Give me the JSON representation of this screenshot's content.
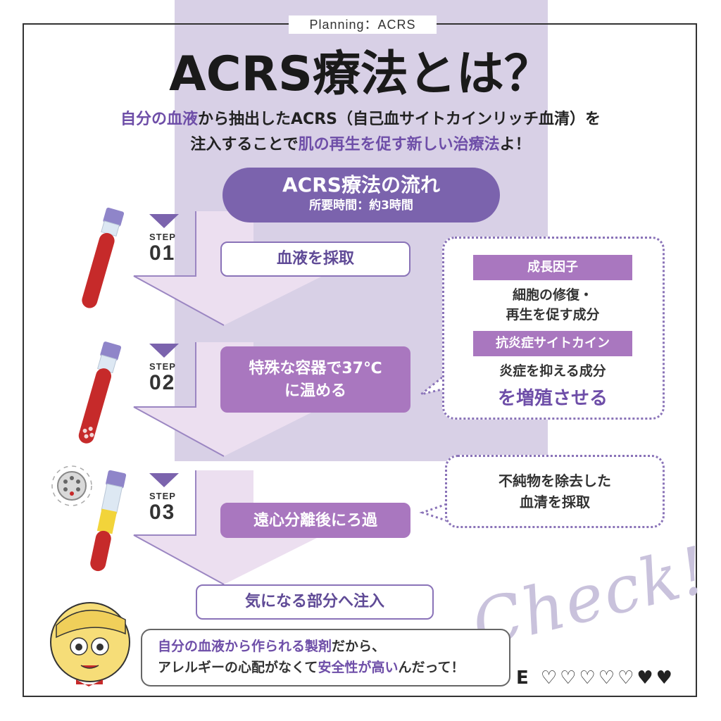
{
  "header": {
    "label": "Planning：ACRS"
  },
  "title": "ACRS療法とは？",
  "lead": {
    "line1_em1": "自分の血液",
    "line1_t1": "から抽出した",
    "line1_t2": "ACRS（自己血サイトカインリッチ血清）を",
    "line2_t1": "注入することで",
    "line2_em": "肌の再生を促す新しい治療法",
    "line2_t2": "よ！"
  },
  "flow": {
    "title": "ACRS療法の流れ",
    "time": "所要時間：約3時間",
    "steps": [
      {
        "word": "STEP",
        "num": "01",
        "text": "血液を採取"
      },
      {
        "word": "STEP",
        "num": "02",
        "text1": "特殊な容器で37℃",
        "text2": "に温める"
      },
      {
        "word": "STEP",
        "num": "03",
        "text": "遠心分離後にろ過"
      }
    ],
    "final": "気になる部分へ注入"
  },
  "callout1": {
    "tag1": "成長因子",
    "desc1_l1": "細胞の修復・",
    "desc1_l2": "再生を促す成分",
    "tag2": "抗炎症サイトカイン",
    "desc2": "炎症を抑える成分",
    "result": "を増殖させる"
  },
  "callout2": {
    "l1": "不純物を除去した",
    "l2": "血清を採取"
  },
  "check": "Check!",
  "speech": {
    "em1": "自分の血液から作られる製剤",
    "t1": "だから、",
    "t2": "アレルギーの心配がなくて",
    "em2": "安全性が高い",
    "t3": "んだって！"
  },
  "rating": {
    "letter": "E",
    "hearts": "♡♡♡♡♡♥♥"
  },
  "colors": {
    "accent": "#7b63ad",
    "band": "#d8d0e6",
    "pill": "#a977bf",
    "arrow": "#ecdff0",
    "tube_red": "#c62a2a",
    "tube_cap": "#8f85c9",
    "serum": "#f2d43a"
  }
}
